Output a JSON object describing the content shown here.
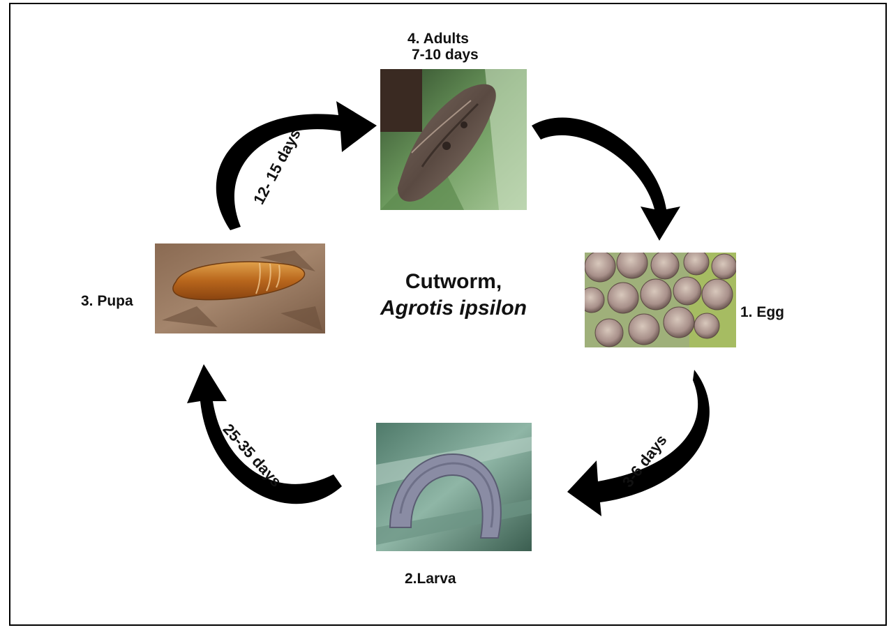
{
  "diagram": {
    "title_line1": "Cutworm,",
    "title_line2": "Agrotis ipsilon",
    "stages": {
      "adult": {
        "label": "4. Adults",
        "duration": "7-10 days"
      },
      "egg": {
        "label": "1. Egg"
      },
      "larva": {
        "label": "2.Larva"
      },
      "pupa": {
        "label": "3. Pupa"
      }
    },
    "transitions": {
      "egg_to_larva": "3-6 days",
      "larva_to_pupa": "25-35  days",
      "pupa_to_adult": "12- 15 days"
    }
  },
  "colors": {
    "arrow": "#000000",
    "border": "#000000",
    "text": "#111111"
  }
}
